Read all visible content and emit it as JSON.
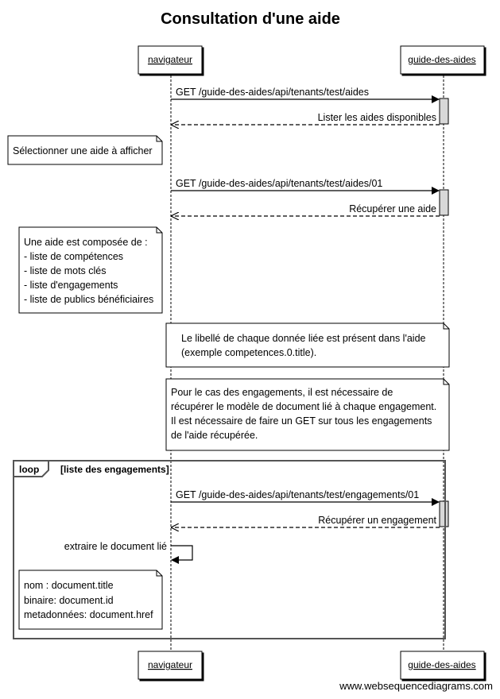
{
  "title": "Consultation d'une aide",
  "participants": {
    "left": "navigateur",
    "right": "guide-des-aides"
  },
  "messages": {
    "m1": "GET /guide-des-aides/api/tenants/test/aides",
    "r1": "Lister les aides disponibles",
    "m2": "GET /guide-des-aides/api/tenants/test/aides/01",
    "r2": "Récupérer une aide",
    "m3": "GET /guide-des-aides/api/tenants/test/engagements/01",
    "r3": "Récupérer un engagement",
    "self": "extraire le document lié"
  },
  "notes": {
    "n1": [
      "Sélectionner une aide à afficher"
    ],
    "n2": [
      "Une aide est composée de :",
      "- liste de compétences",
      "- liste de mots clés",
      "- liste d'engagements",
      "- liste de publics bénéficiaires"
    ],
    "n3": [
      "Le libellé de chaque donnée liée est présent dans l'aide",
      "(exemple competences.0.title)."
    ],
    "n4": [
      "Pour le cas des engagements, il est nécessaire de",
      "récupérer le modèle de document lié à chaque engagement.",
      "Il est nécessaire de faire un GET sur tous les engagements",
      "de l'aide récupérée."
    ],
    "n5": [
      "nom : document.title",
      "binaire: document.id",
      "metadonnées: document.href"
    ]
  },
  "loop": {
    "keyword": "loop",
    "condition": "[liste des engagements]"
  },
  "footer": "www.websequencediagrams.com"
}
